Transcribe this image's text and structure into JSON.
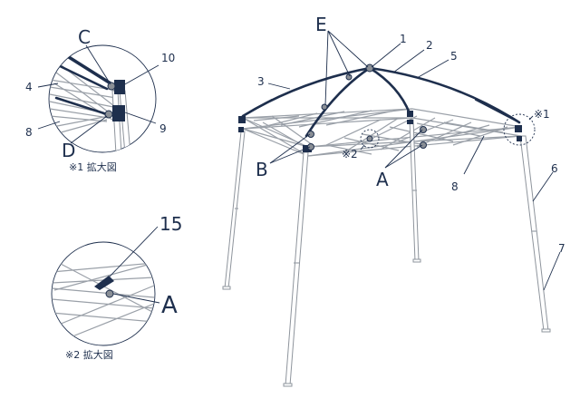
{
  "labels": {
    "A": "A",
    "B": "B",
    "C": "C",
    "D": "D",
    "E": "E"
  },
  "parts": {
    "p1": "1",
    "p2": "2",
    "p3": "3",
    "p4": "4",
    "p5": "5",
    "p6": "6",
    "p7": "7",
    "p8": "8",
    "p9": "9",
    "p10": "10",
    "p15": "15"
  },
  "markers": {
    "m1": "※1",
    "m2": "※2"
  },
  "captions": {
    "detail1": "※1 拡大図",
    "detail2": "※2 拡大図"
  },
  "colors": {
    "ink": "#1e2f4d",
    "frame": "#9aa0a8",
    "connector": "#8a8f96"
  }
}
